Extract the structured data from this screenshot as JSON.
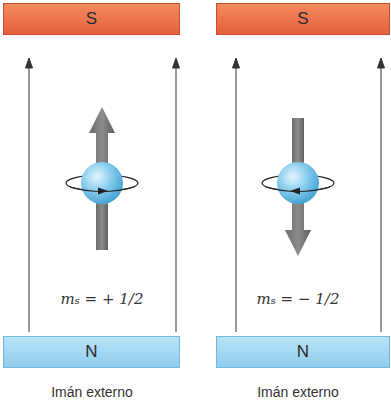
{
  "diagram": {
    "nodes": [
      {
        "text": [
          "S"
        ]
      },
      {
        "text": [
          "S"
        ]
      },
      {
        "text": [
          "N"
        ]
      },
      {
        "text": [
          "N"
        ]
      }
    ],
    "labels": [
      "mₛ = + 1/2",
      "mₛ = − 1/2",
      "Imán externo",
      "Imán externo"
    ]
  }
}
